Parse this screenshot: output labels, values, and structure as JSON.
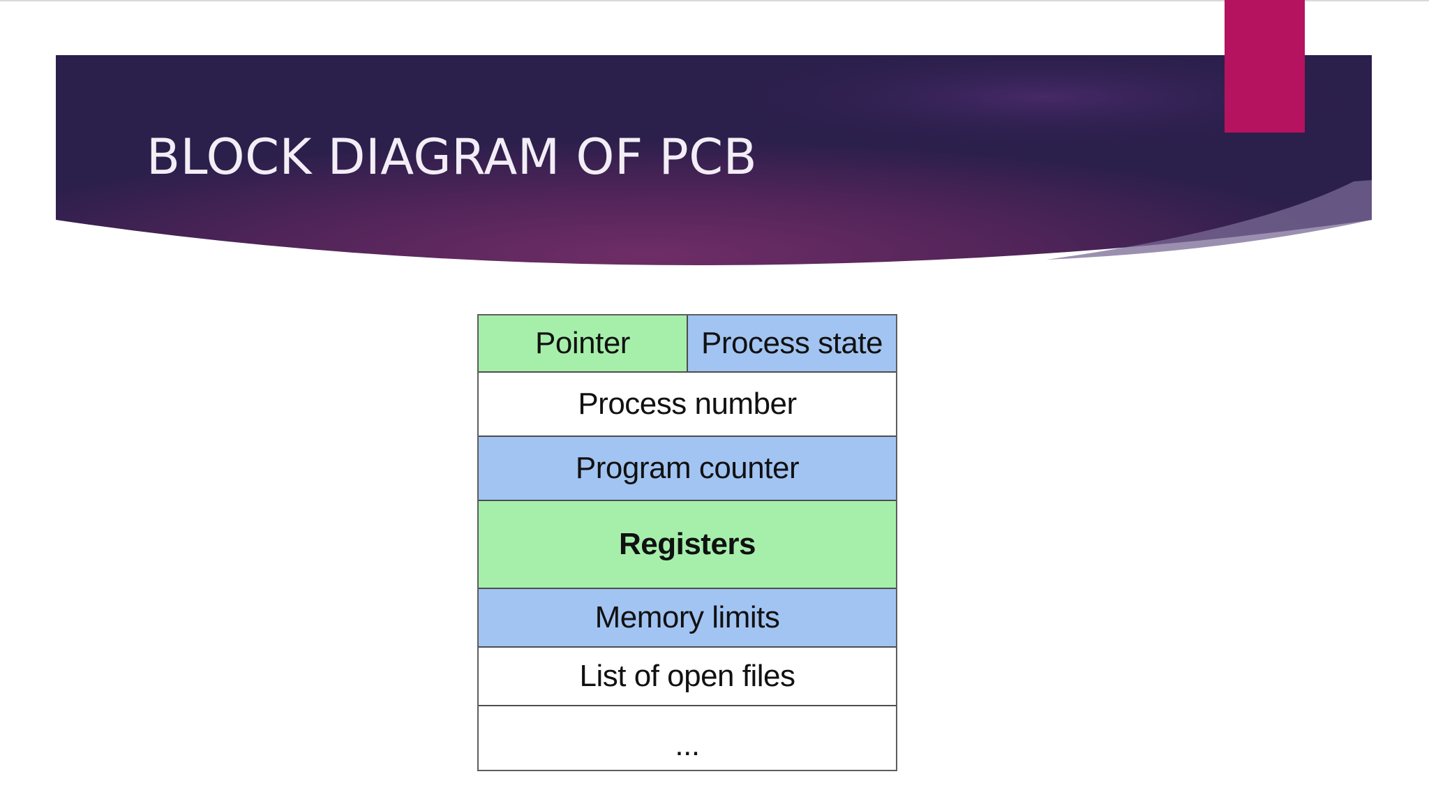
{
  "slide": {
    "title": "BLOCK DIAGRAM OF PCB",
    "colors": {
      "banner_dark": "#2a1f4d",
      "banner_mid": "#6b2a62",
      "accent_tab": "#b5135f",
      "title_text": "#f3eef6"
    }
  },
  "pcb_diagram": {
    "top_row": {
      "left": "Pointer",
      "right": "Process state"
    },
    "rows": [
      {
        "label": "Process number",
        "color": "#ffffff"
      },
      {
        "label": "Program counter",
        "color": "#a2c4f2"
      },
      {
        "label": "Registers",
        "color": "#a6efab"
      },
      {
        "label": "Memory limits",
        "color": "#a2c4f2"
      },
      {
        "label": "List of open files",
        "color": "#ffffff"
      },
      {
        "label": "...",
        "color": "#ffffff"
      }
    ],
    "colors": {
      "green": "#a6efab",
      "blue": "#a2c4f2",
      "white": "#ffffff",
      "border": "#4d4d4d"
    }
  }
}
